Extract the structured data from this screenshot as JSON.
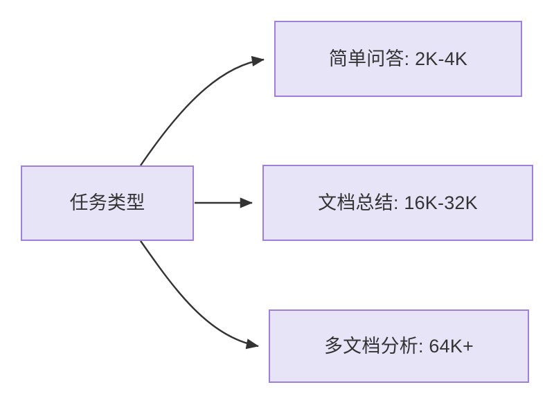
{
  "diagram": {
    "type": "flowchart",
    "direction": "left-to-right",
    "background_color": "#ffffff",
    "node_fill_color": "#e8e4f8",
    "node_border_color": "#a07fd8",
    "text_color": "#333333",
    "edge_color": "#333333",
    "nodes": [
      {
        "id": "source",
        "label": "任务类型",
        "role": "root"
      },
      {
        "id": "simple",
        "label": "简单问答: 2K-4K",
        "role": "leaf"
      },
      {
        "id": "doc",
        "label": "文档总结: 16K-32K",
        "role": "leaf"
      },
      {
        "id": "multidoc",
        "label": "多文档分析: 64K+",
        "role": "leaf"
      }
    ],
    "edges": [
      {
        "from": "source",
        "to": "simple",
        "label": "",
        "style": "curved",
        "arrow": "arrowhead-icon"
      },
      {
        "from": "source",
        "to": "doc",
        "label": "",
        "style": "straight",
        "arrow": "arrowhead-icon"
      },
      {
        "from": "source",
        "to": "multidoc",
        "label": "",
        "style": "curved",
        "arrow": "arrowhead-icon"
      }
    ]
  }
}
